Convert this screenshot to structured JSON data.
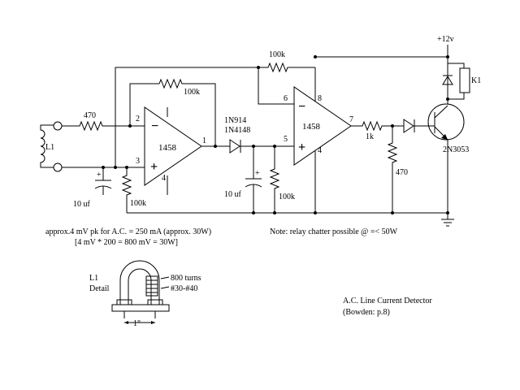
{
  "schematic": {
    "supply_label": "+12v",
    "relay_label": "K1",
    "transistor_label": "2N3053",
    "opamp1_label": "1458",
    "opamp2_label": "1458",
    "inductor_label": "L1",
    "r_input": "470",
    "r_feedback1": "100k",
    "r_feedback2": "100k",
    "r_bias1": "100k",
    "r_bias2": "100k",
    "r_base": "1k",
    "r_base_pulldown": "470",
    "c_input": "10 uf",
    "c_filter": "10 uf",
    "diode_line1": "1N914",
    "diode_line2": "1N4148",
    "pin_op1_inv": "2",
    "pin_op1_noninv": "3",
    "pin_op1_out": "1",
    "pin_op1_v": "4",
    "pin_op2_inv": "6",
    "pin_op2_noninv": "5",
    "pin_op2_out": "7",
    "pin_op2_vplus": "8",
    "pin_op2_vminus": "4",
    "minus_sign": "−",
    "plus_sign": "+"
  },
  "notes": {
    "approx_line1": "approx.4 mV pk for A.C. = 250 mA (approx. 30W)",
    "approx_line2": "[4 mV * 200 = 800 mV = 30W]",
    "relay_note": "Note: relay chatter possible @ =< 50W"
  },
  "detail": {
    "title_line1": "L1",
    "title_line2": "Detail",
    "turns": "800 turns",
    "wire": "#30-#40",
    "dimension": "1\""
  },
  "caption": {
    "title": "A.C. Line Current Detector",
    "source": "(Bowden: p.8)"
  }
}
